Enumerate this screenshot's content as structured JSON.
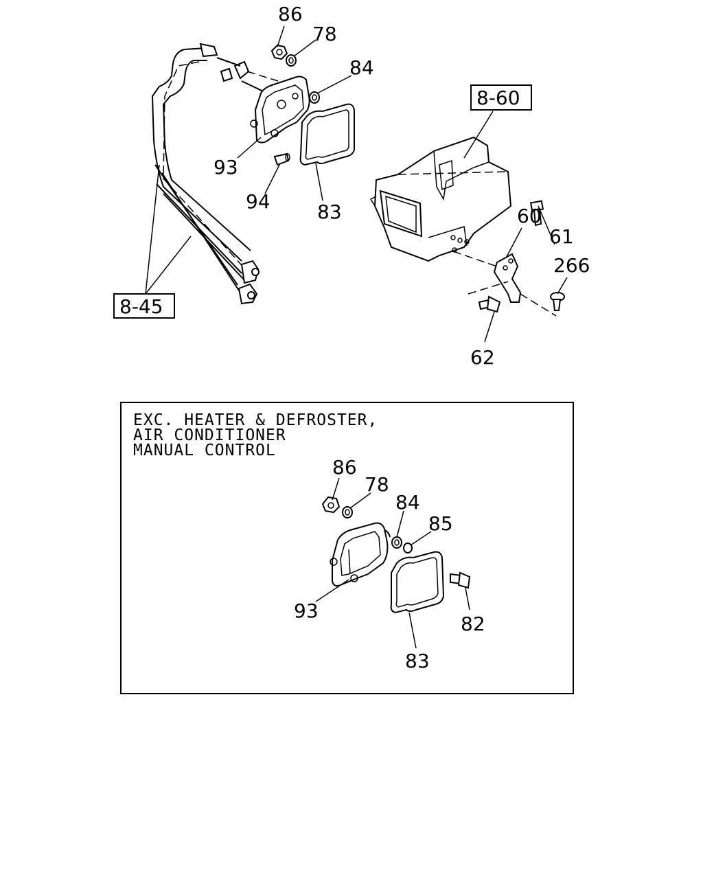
{
  "upper": {
    "callouts": [
      "86",
      "78",
      "84",
      "93",
      "94",
      "83",
      "60",
      "61",
      "266",
      "62"
    ],
    "ref_8_60": "8-60",
    "ref_8_45": "8-45"
  },
  "inset": {
    "caption": [
      "EXC. HEATER & DEFROSTER,",
      "AIR CONDITIONER",
      "MANUAL CONTROL"
    ],
    "callouts": [
      "86",
      "78",
      "84",
      "85",
      "93",
      "82",
      "83"
    ]
  }
}
